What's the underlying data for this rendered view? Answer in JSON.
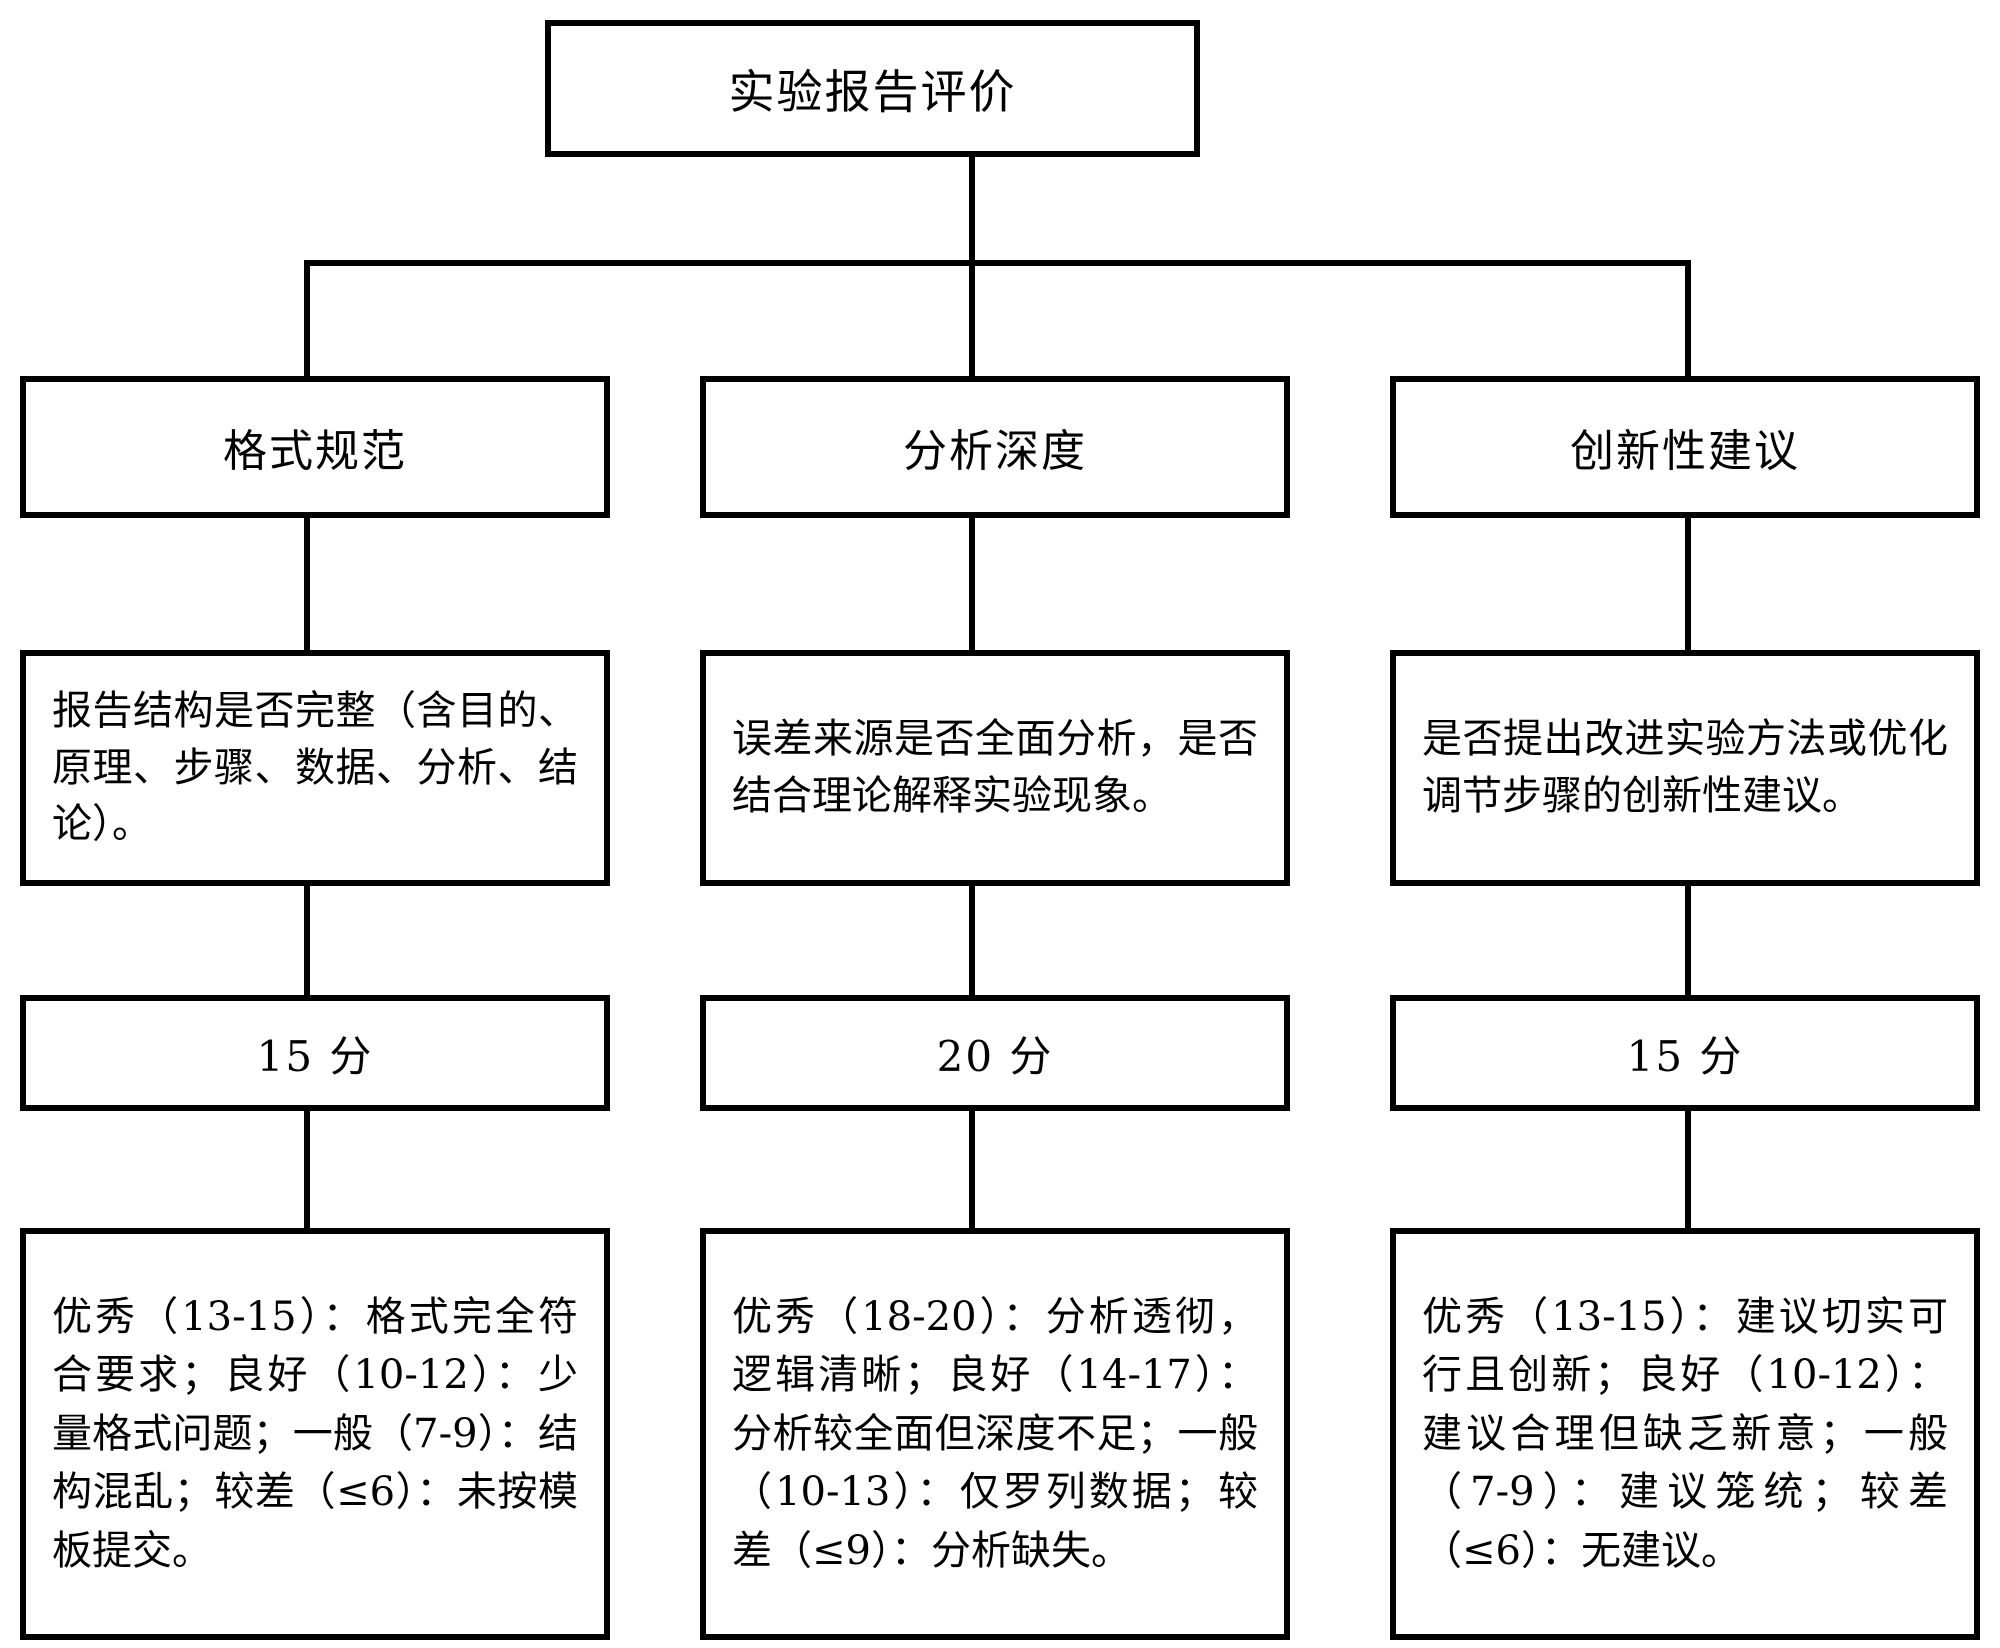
{
  "diagram": {
    "title": "实验报告评价",
    "root": {
      "label": "实验报告评价"
    },
    "branches": [
      {
        "category": "格式规范",
        "description": "报告结构是否完整（含目的、原理、步骤、数据、分析、结论）。",
        "score": "15 分",
        "criteria": "优秀（13-15）：格式完全符合要求；良好（10-12）：少量格式问题；一般（7-9）：结构混乱；较差（≤6）：未按模板提交。"
      },
      {
        "category": "分析深度",
        "description": "误差来源是否全面分析，是否结合理论解释实验现象。",
        "score": "20 分",
        "criteria": "优秀（18-20）：分析透彻，逻辑清晰；良好（14-17）：分析较全面但深度不足；一般（10-13）：仅罗列数据；较差（≤9）：分析缺失。"
      },
      {
        "category": "创新性建议",
        "description": "是否提出改进实验方法或优化调节步骤的创新性建议。",
        "score": "15 分",
        "criteria": "优秀（13-15）：建议切实可行且创新；良好（10-12）：建议合理但缺乏新意；一般（7-9）：建议笼统；较差（≤6）：无建议。"
      }
    ],
    "colors": {
      "line": "#000000",
      "background": "#ffffff",
      "text": "#000000"
    }
  }
}
